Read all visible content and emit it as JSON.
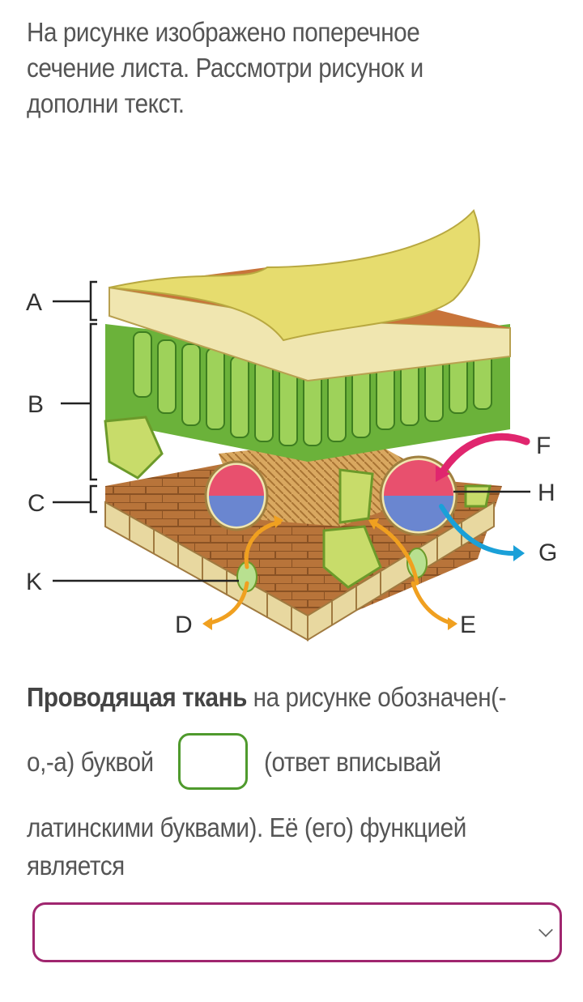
{
  "intro_text": "На рисунке изображено поперечное сечение листа. Рассмотри рисунок и дополни текст.",
  "diagram": {
    "labels": {
      "A": "A",
      "B": "B",
      "C": "C",
      "K": "K",
      "D": "D",
      "E": "E",
      "F": "F",
      "H": "H",
      "G": "G"
    },
    "colors": {
      "epidermis": "#e8d870",
      "palisade": "#6bb23a",
      "spongy": "#c8dc6a",
      "lower": "#b8743a",
      "xylem": "#e8506e",
      "phloem": "#6a86d0",
      "arrow_orange": "#f0a020",
      "arrow_pink": "#e0266e",
      "arrow_blue": "#1aa0d8"
    }
  },
  "question": {
    "bold_part": "Проводящая ткань",
    "part1": " на рисунке обозначен(-",
    "part2": "о,-а) буквой",
    "part3": "(ответ вписывай",
    "part4": "латинскими буквами). Её (его) функцией",
    "part5": "является",
    "letter_answer": "",
    "function_select_value": ""
  },
  "colors": {
    "answer_border": "#4f9a2d",
    "select_border": "#a0266f"
  }
}
